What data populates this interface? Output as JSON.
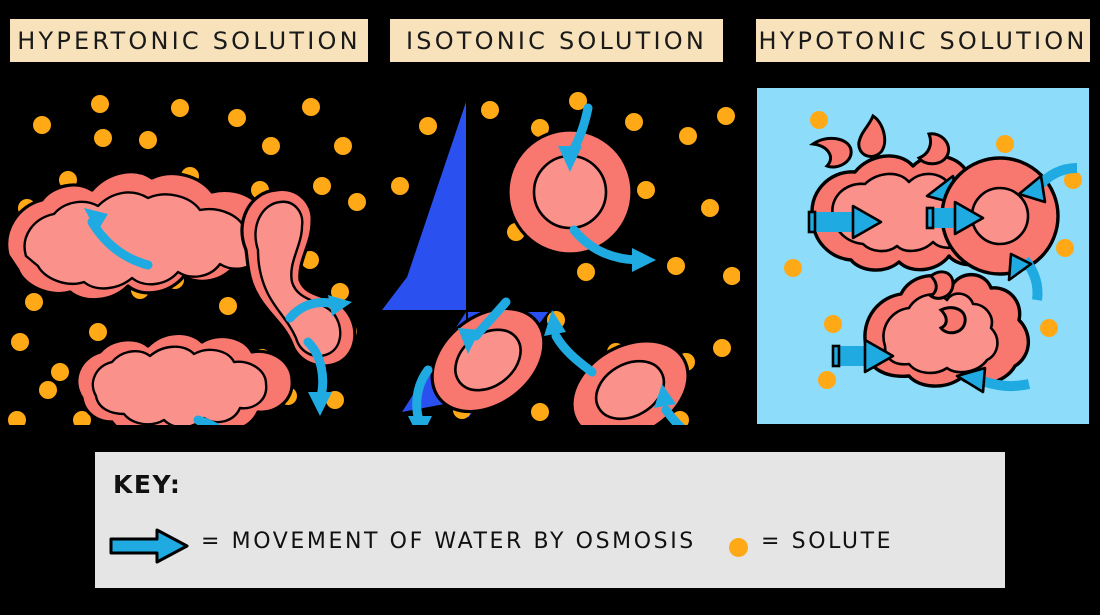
{
  "diagram": {
    "subject": "Osmosis: effect of solution tonicity on red blood cells",
    "panels": [
      {
        "id": "hypertonic",
        "title": "HYPERTONIC  SOLUTION",
        "background_color": "#000000",
        "cell_state": "crenated",
        "water_direction": "out",
        "solute_count": 52
      },
      {
        "id": "isotonic",
        "title": "ISOTONIC  SOLUTION",
        "background_color": "#000000",
        "cell_state": "normal-biconcave",
        "water_direction": "in-and-out",
        "solute_count": 28
      },
      {
        "id": "hypotonic",
        "title": "HYPOTONIC  SOLUTION",
        "background_color": "#8CDCFA",
        "cell_state": "swollen-lysed",
        "water_direction": "in",
        "solute_count": 8
      }
    ]
  },
  "key": {
    "heading": "KEY:",
    "arrow_label": "= MOVEMENT  OF  WATER  BY  OSMOSIS",
    "solute_label": "= SOLUTE",
    "arrow_icon": "arrow-right-icon",
    "solute_icon": "solute-dot-icon"
  },
  "colors": {
    "title_bar": "#F8E2BB",
    "key_panel": "#E5E5E5",
    "solute": "#FFA917",
    "cell_fill": "#F8776F",
    "cell_inner": "#FB918B",
    "arrow": "#1FABE2",
    "hypotonic_bg": "#8CDCFA",
    "watermark": "#2A50F0",
    "outline": "#000000"
  },
  "watermark": {
    "name": "blue-logo-watermark",
    "color": "#2A50F0"
  }
}
